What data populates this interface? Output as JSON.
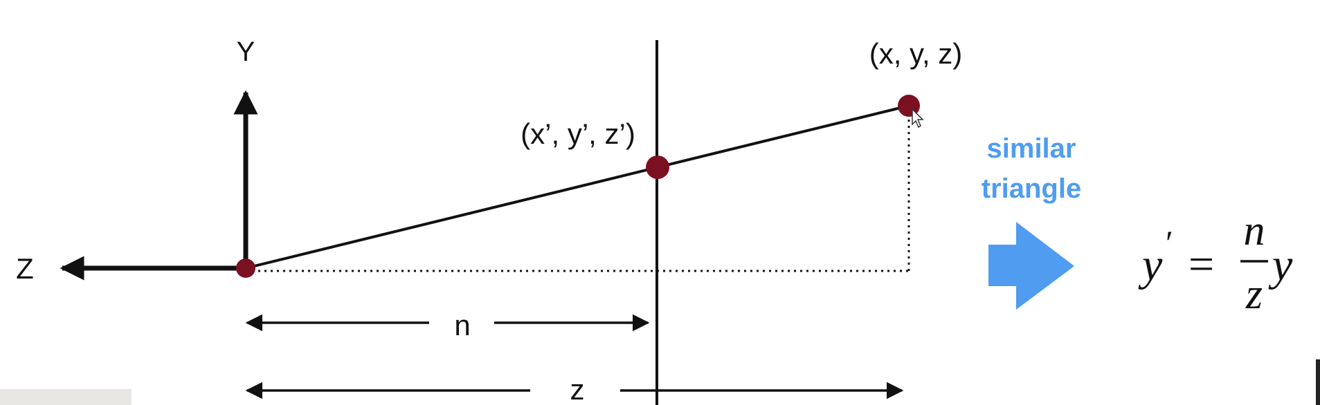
{
  "axes": {
    "y_label": "Y",
    "z_label": "Z"
  },
  "points": {
    "far_point": "(x, y, z)",
    "projected_point": "(x’, y’, z’)"
  },
  "dimensions": {
    "near_distance": "n",
    "far_distance": "z"
  },
  "annotation": {
    "line1": "similar",
    "line2": "triangle"
  },
  "formula": {
    "lhs": "y",
    "prime": "′",
    "equals": "=",
    "numerator": "n",
    "denominator": "z",
    "rhs": "y"
  },
  "colors": {
    "accent": "#4f9cf0",
    "point": "#7a1020",
    "line": "#111111"
  }
}
